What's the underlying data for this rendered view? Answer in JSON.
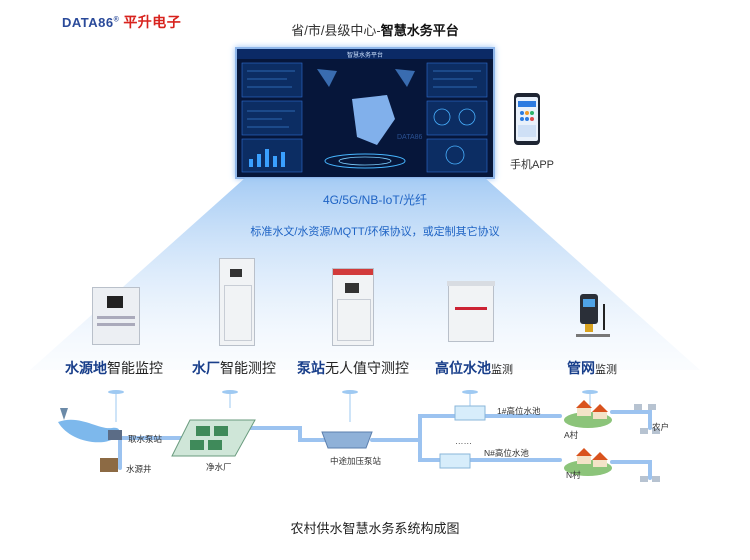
{
  "logo": {
    "brand": "DATA86",
    "reg": "®",
    "company": "平升电子"
  },
  "platform": {
    "prefix": "省/市/县级中心-",
    "name": "智慧水务平台",
    "screen_title": "智慧水务平台",
    "watermark": "DATA86"
  },
  "app": {
    "label": "手机APP"
  },
  "network": {
    "label": "4G/5G/NB-IoT/光纤",
    "protocols": "标准水文/水资源/MQTT/环保协议，或定制其它协议"
  },
  "stations": [
    {
      "strong": "水源地",
      "rest": "智能监控",
      "small": false
    },
    {
      "strong": "水厂",
      "rest": "智能测控",
      "small": false
    },
    {
      "strong": "泵站",
      "rest": "无人值守测控",
      "small": false
    },
    {
      "strong": "高位水池",
      "rest": "监测",
      "small": true
    },
    {
      "strong": "管网",
      "rest": "监测",
      "small": true
    }
  ],
  "diagram": {
    "intake": "取水泵站",
    "well": "水源井",
    "plant": "净水厂",
    "booster": "中途加压泵站",
    "pool1": "1#高位水池",
    "poolN": "N#高位水池",
    "dots": "……",
    "village_a": "A村",
    "village_n": "N村",
    "farmers": "农户"
  },
  "colors": {
    "accent": "#183e8a",
    "pipe": "#9cc3f0",
    "screen_bg": "#06163a",
    "link": "#1e63c4"
  },
  "caption": "农村供水智慧水务系统构成图"
}
